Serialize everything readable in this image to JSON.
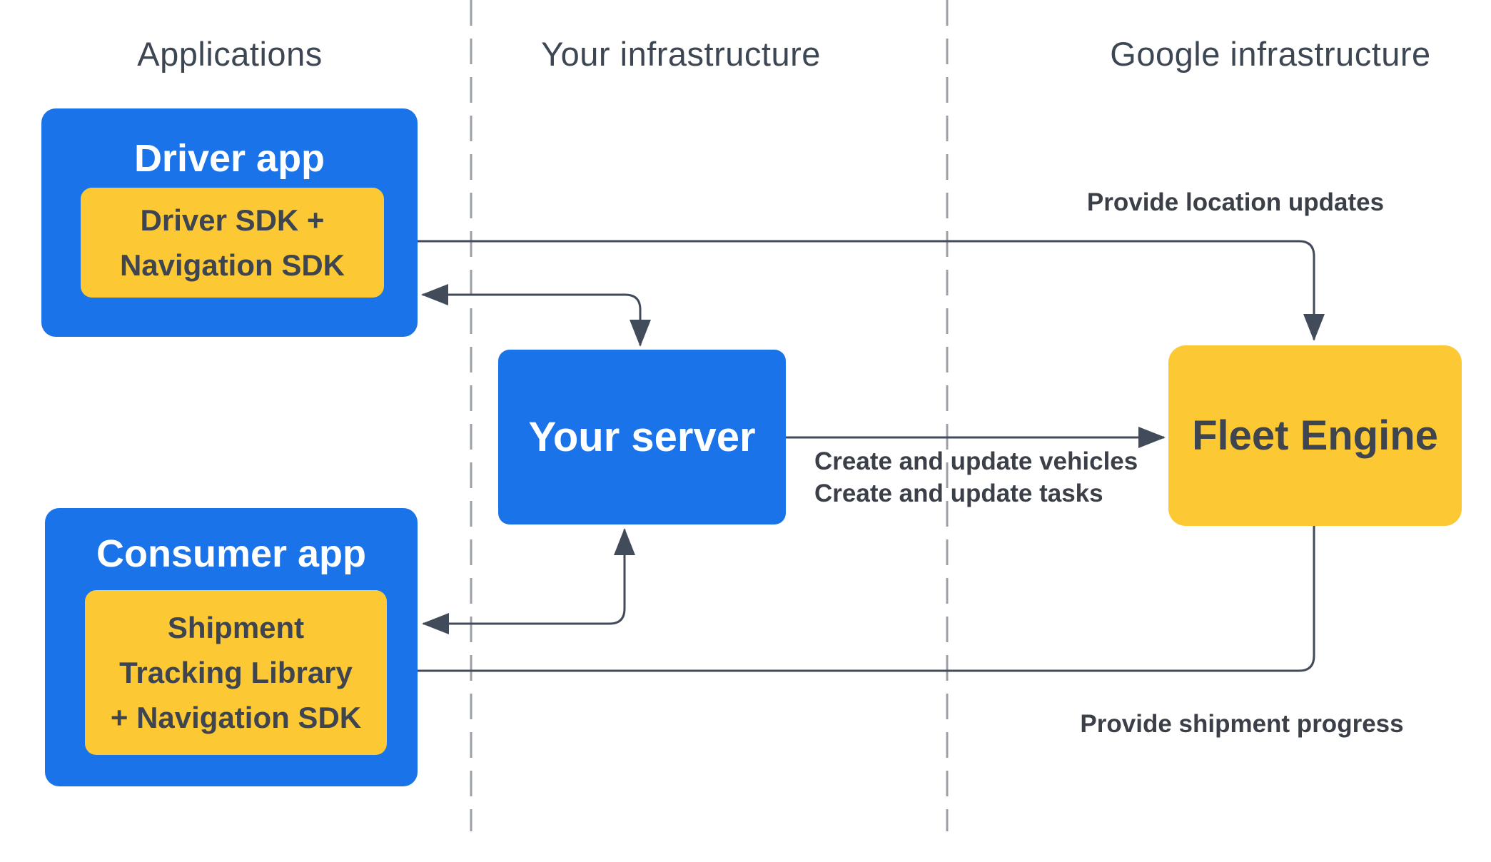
{
  "diagram": {
    "columns": [
      {
        "label": "Applications"
      },
      {
        "label": "Your infrastructure"
      },
      {
        "label": "Google infrastructure"
      }
    ],
    "nodes": {
      "driver_app": {
        "title": "Driver app",
        "sdk": "Driver SDK +\nNavigation SDK"
      },
      "consumer_app": {
        "title": "Consumer app",
        "sdk": "Shipment\nTracking Library\n+ Navigation SDK"
      },
      "your_server": {
        "title": "Your server"
      },
      "fleet_engine": {
        "title": "Fleet Engine"
      }
    },
    "edge_labels": {
      "location_updates": "Provide location updates",
      "create_update": "Create and update vehicles\nCreate and update tasks",
      "shipment_progress": "Provide shipment progress"
    },
    "colors": {
      "blue": "#1a73e8",
      "yellow": "#fcc934",
      "arrow": "#414b5a",
      "dashed_divider": "#9aa0a6",
      "header_text": "#3d4653",
      "label_text": "#3b4048",
      "yellow_box_text": "#3e4551"
    }
  }
}
